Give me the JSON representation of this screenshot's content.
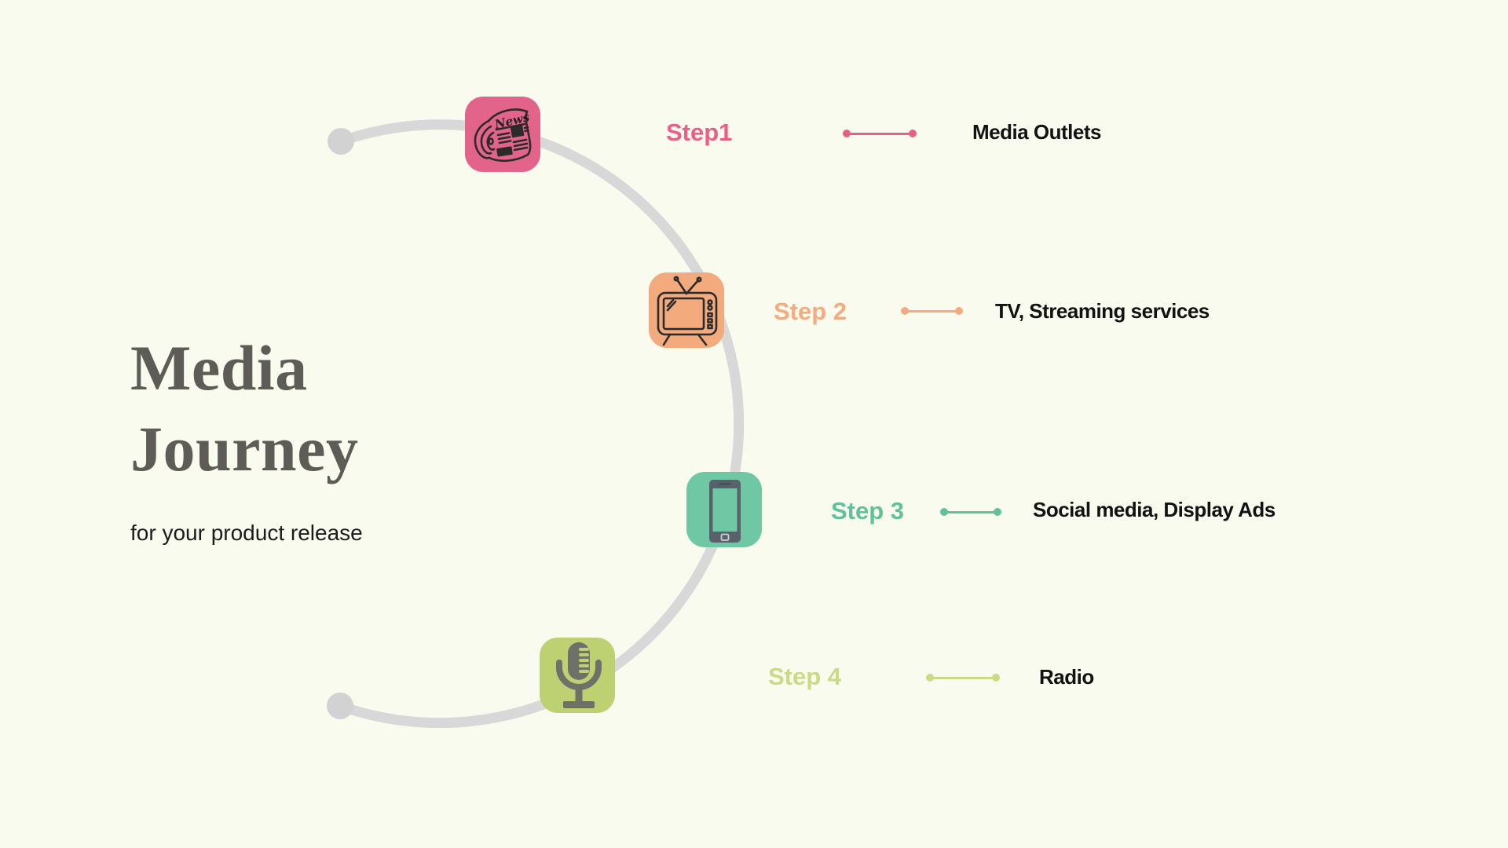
{
  "canvas": {
    "background_color": "#f9fbef",
    "arc_color": "#d8d8d8",
    "arc_dot_color": "#d2d2d2"
  },
  "title": {
    "line1": "Media",
    "line2": "Journey",
    "subtitle": "for your product release",
    "color": "#5d5c56"
  },
  "steps": [
    {
      "label": "Step1",
      "description": "Media Outlets",
      "icon": "newspaper-icon",
      "accent_color": "#ea5f86",
      "tile_color": "#e2648b"
    },
    {
      "label": "Step 2",
      "description": "TV, Streaming services",
      "icon": "tv-icon",
      "accent_color": "#f5ab7d",
      "tile_color": "#f3aa7c"
    },
    {
      "label": "Step 3",
      "description": "Social media, Display Ads",
      "icon": "smartphone-icon",
      "accent_color": "#62c19b",
      "tile_color": "#6fc7a4"
    },
    {
      "label": "Step 4",
      "description": "Radio",
      "icon": "microphone-icon",
      "accent_color": "#cbda85",
      "tile_color": "#bed172"
    }
  ]
}
